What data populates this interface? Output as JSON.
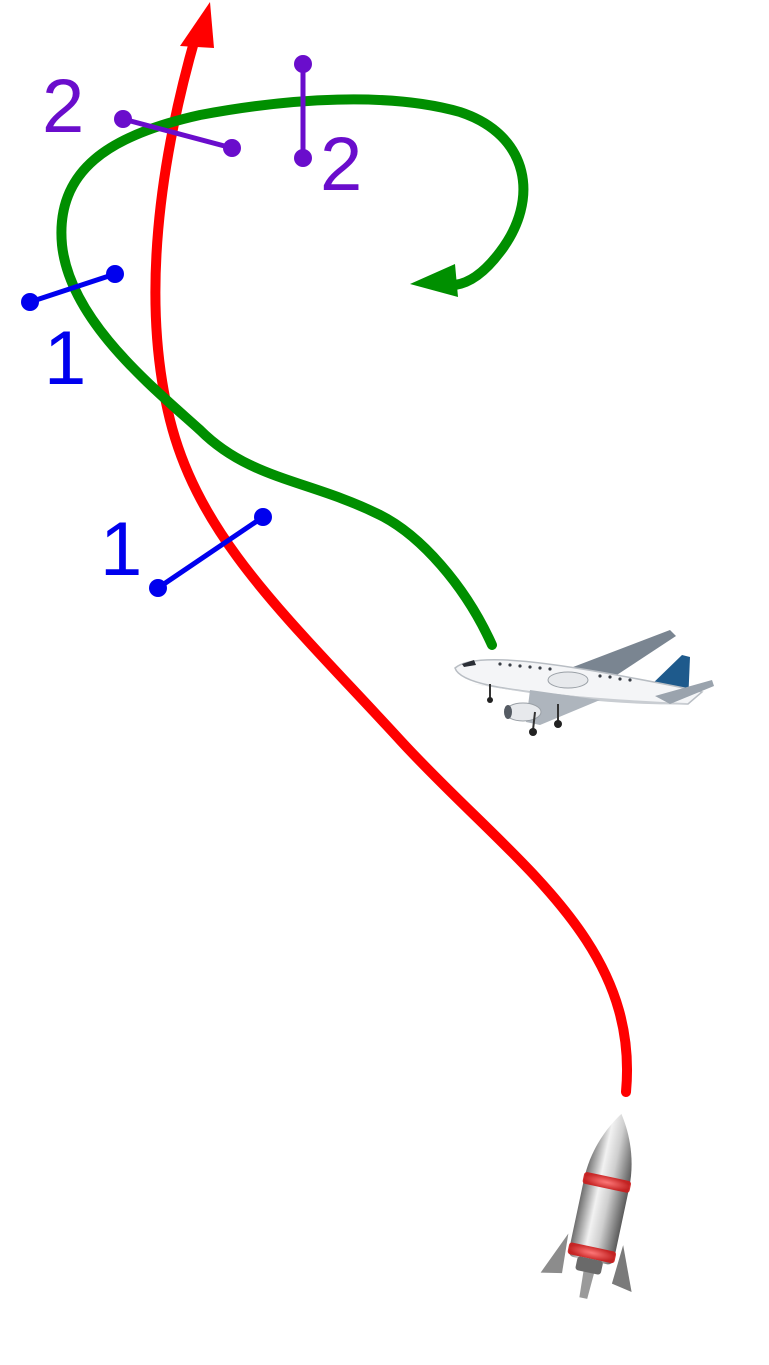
{
  "colors": {
    "missile_path": "#ff0000",
    "aircraft_path": "#008f00",
    "pair_1": "#0000ee",
    "pair_2": "#6a0dcc"
  },
  "labels": {
    "pair_1_a": "1",
    "pair_1_b": "1",
    "pair_2_a": "2",
    "pair_2_b": "2"
  },
  "objects": {
    "aircraft": "airplane-icon",
    "missile": "rocket-icon"
  }
}
